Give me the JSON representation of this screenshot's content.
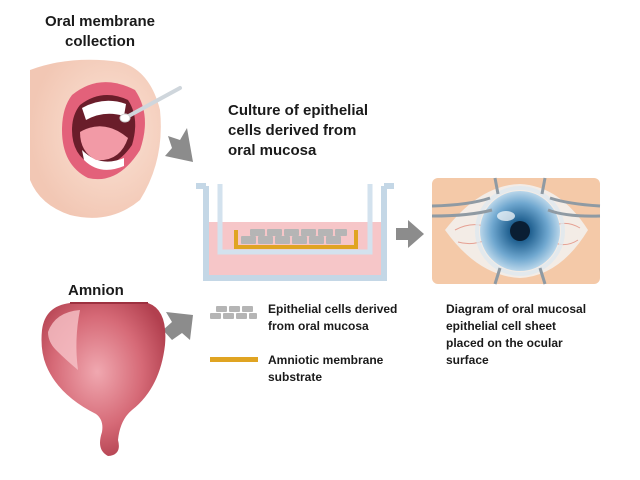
{
  "labels": {
    "oral_collection": "Oral membrane\ncollection",
    "culture": "Culture of epithelial\ncells derived from\noral mucosa",
    "amnion": "Amnion",
    "legend_cells": "Epithelial cells derived\nfrom oral mucosa",
    "legend_membrane": "Amniotic membrane\nsubstrate",
    "eye_caption": "Diagram of oral mucosal\nepithelial cell sheet\nplaced on the ocular\nsurface"
  },
  "colors": {
    "arrow": "#8c8c8c",
    "membrane": "#e0a422",
    "cells": "#b5b5b5",
    "medium": "#f6c6c8",
    "dish": "#c4d7e6",
    "lips": "#e3617a",
    "amnion": "#c9525f"
  }
}
